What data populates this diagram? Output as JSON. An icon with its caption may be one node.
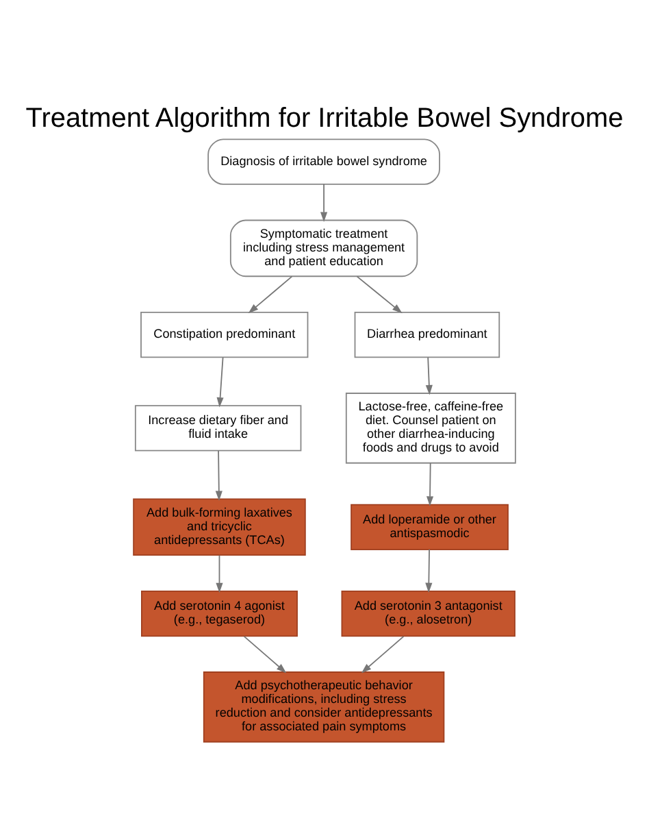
{
  "diagram": {
    "title": "Treatment Algorithm for Irritable Bowel Syndrome",
    "nodes": [
      {
        "text": [
          "Diagnosis of irritable bowel syndrome"
        ]
      },
      {
        "text": [
          "Symptomatic treatment including stress management and patient education"
        ]
      },
      {
        "text": [
          "Constipation predominant"
        ]
      },
      {
        "text": [
          "Diarrhea predominant"
        ]
      },
      {
        "text": [
          "Increase dietary fiber and fluid intake"
        ]
      },
      {
        "text": [
          "Lactose-free, caffeine-free diet. Counsel patient on other diarrhea-inducing foods and drugs to avoid"
        ]
      },
      {
        "text": [
          "Add bulk-forming laxatives and tricyclic antidepressants (TCAs)"
        ]
      },
      {
        "text": [
          "Add loperamide or other antispasmodic"
        ]
      },
      {
        "text": [
          "Add serotonin 4 agonist (e.g., tegaserod)"
        ]
      },
      {
        "text": [
          "Add serotonin 3 antagonist (e.g., alosetron)"
        ]
      },
      {
        "text": [
          "Add psychotherapeutic behavior modifications, including stress reduction and consider antidepressants for associated pain symptoms"
        ]
      }
    ],
    "edges": [
      {
        "from": 0,
        "to": 1,
        "arrow": "to"
      },
      {
        "from": 1,
        "to": 2,
        "arrow": "to"
      },
      {
        "from": 1,
        "to": 3,
        "arrow": "to"
      },
      {
        "from": 2,
        "to": 4,
        "arrow": "to"
      },
      {
        "from": 3,
        "to": 5,
        "arrow": "to"
      },
      {
        "from": 4,
        "to": 6,
        "arrow": "to"
      },
      {
        "from": 5,
        "to": 7,
        "arrow": "to"
      },
      {
        "from": 6,
        "to": 8,
        "arrow": "to"
      },
      {
        "from": 7,
        "to": 9,
        "arrow": "to"
      },
      {
        "from": 8,
        "to": 10,
        "arrow": "to"
      },
      {
        "from": 9,
        "to": 10,
        "arrow": "to"
      }
    ]
  }
}
